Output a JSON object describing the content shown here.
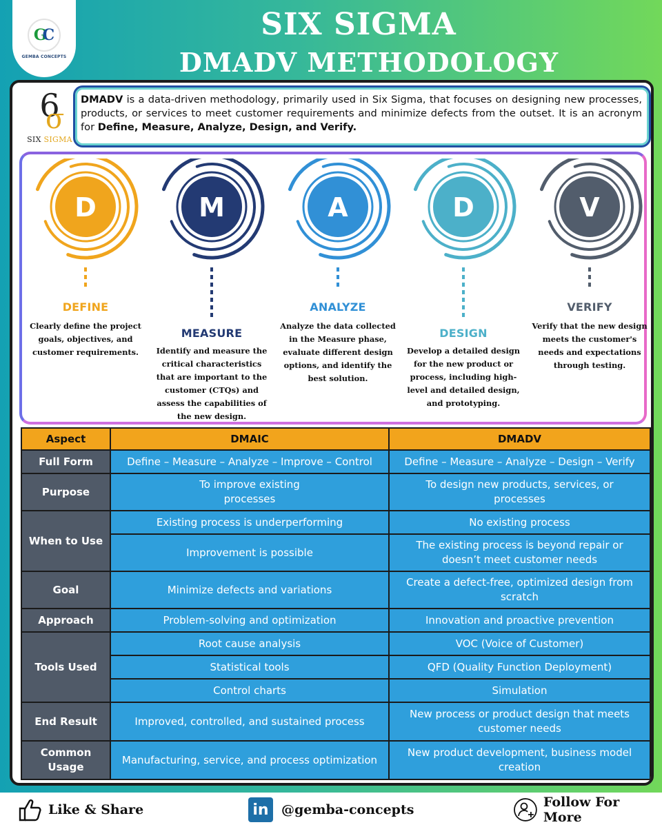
{
  "header": {
    "title_line1": "SIX SIGMA",
    "title_line2": "DMADV METHODOLOGY",
    "logo_text": "GEMBA CONCEPTS",
    "logo_letters": [
      "G",
      "C"
    ]
  },
  "six_sigma_logo": {
    "number": "6",
    "symbol": "σ",
    "label_part1": "SIX ",
    "label_part2": "SIGMA"
  },
  "intro": {
    "lead_bold": "DMADV",
    "text1": " is a data-driven methodology, primarily used in Six Sigma, that focuses on designing new processes, products, or services to meet customer requirements and minimize defects from the outset. It is an acronym for ",
    "bold2": "Define, Measure, Analyze, Design, and Verify."
  },
  "phases": [
    {
      "letter": "D",
      "title": "DEFINE",
      "color": "#f0a51d",
      "description": "Clearly define the project goals, objectives, and customer requirements."
    },
    {
      "letter": "M",
      "title": "MEASURE",
      "color": "#233a73",
      "description": "Identify and measure the critical characteristics that are important to the customer (CTQs) and assess the capabilities of the new design."
    },
    {
      "letter": "A",
      "title": "ANALYZE",
      "color": "#3190d6",
      "description": "Analyze the data collected in the Measure phase, evaluate different design options, and identify the best solution."
    },
    {
      "letter": "D",
      "title": "DESIGN",
      "color": "#4cb0c9",
      "description": "Develop a detailed design for the new product or process, including high-level and detailed design, and prototyping."
    },
    {
      "letter": "V",
      "title": "VERIFY",
      "color": "#525d6c",
      "description": "Verify that the new design meets the customer's needs and expectations through testing."
    }
  ],
  "table": {
    "headers": [
      "Aspect",
      "DMAIC",
      "DMADV"
    ],
    "full_form": {
      "aspect": "Full Form",
      "dmaic": "Define – Measure – Analyze – Improve – Control",
      "dmadv": "Define – Measure – Analyze – Design – Verify"
    },
    "purpose": {
      "aspect": "Purpose",
      "dmaic": "To improve existing processes",
      "dmadv": "To design new products, services, or processes"
    },
    "when_to_use": {
      "aspect": "When to Use",
      "rows": [
        {
          "dmaic": "Existing process is underperforming",
          "dmadv": "No existing process"
        },
        {
          "dmaic": "Improvement is possible",
          "dmadv": "The existing process is beyond repair or doesn’t meet customer needs"
        }
      ]
    },
    "goal": {
      "aspect": "Goal",
      "dmaic": "Minimize defects and variations",
      "dmadv": "Create a defect-free, optimized design from scratch"
    },
    "approach": {
      "aspect": "Approach",
      "dmaic": "Problem-solving and optimization",
      "dmadv": "Innovation and proactive prevention"
    },
    "tools_used": {
      "aspect": "Tools Used",
      "rows": [
        {
          "dmaic": "Root cause analysis",
          "dmadv": "VOC (Voice of Customer)"
        },
        {
          "dmaic": "Statistical tools",
          "dmadv": "QFD (Quality Function Deployment)"
        },
        {
          "dmaic": "Control charts",
          "dmadv": "Simulation"
        }
      ]
    },
    "end_result": {
      "aspect": "End Result",
      "dmaic": "Improved, controlled, and sustained process",
      "dmadv": "New process or product design that meets customer needs"
    },
    "common_usage": {
      "aspect": "Common Usage",
      "dmaic": "Manufacturing, service, and process optimization",
      "dmadv": "New product development, business model creation"
    }
  },
  "footer": {
    "like": "Like & Share",
    "linkedin_icon_text": "in",
    "handle": "@gemba-concepts",
    "follow": "Follow For More"
  },
  "colors": {
    "header_gradient": [
      "#14a1b3",
      "#72d85a"
    ],
    "table_header": "#f2a41c",
    "aspect_cell": "#505a68",
    "value_cell": "#2f9fdc"
  }
}
